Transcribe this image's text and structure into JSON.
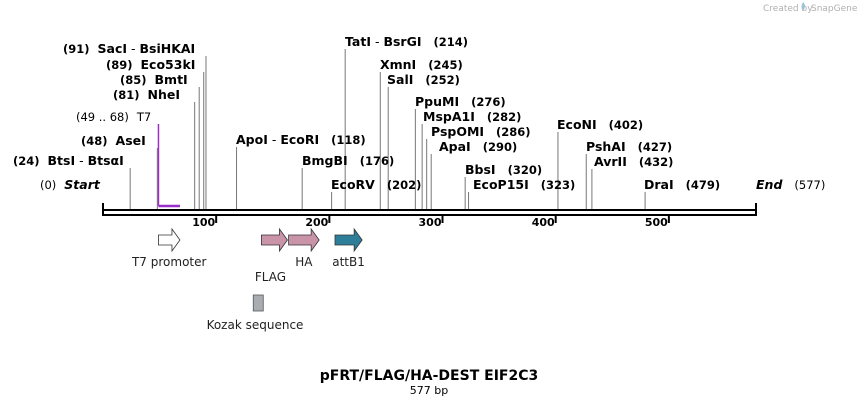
{
  "credit": {
    "created_by": "Created by",
    "app_name": "SnapGene"
  },
  "title": "pFRT/FLAG/HA-DEST EIF2C3",
  "length_label": "577 bp",
  "sequence": {
    "length": 577,
    "ticks": [
      {
        "pos": 100,
        "label": "100"
      },
      {
        "pos": 200,
        "label": "200"
      },
      {
        "pos": 300,
        "label": "300"
      },
      {
        "pos": 400,
        "label": "400"
      },
      {
        "pos": 500,
        "label": "500"
      }
    ]
  },
  "sites": [
    {
      "pos": 91,
      "pos_label": "(91)",
      "name": "SacI",
      "sep": " - ",
      "name2": "BsiHKAI"
    },
    {
      "pos": 89,
      "pos_label": "(89)",
      "name": "Eco53kI"
    },
    {
      "pos": 85,
      "pos_label": "(85)",
      "name": "BmtI"
    },
    {
      "pos": 81,
      "pos_label": "(81)",
      "name": "NheI"
    },
    {
      "pos": 48,
      "pos_label": "(48)",
      "name": "AseI"
    },
    {
      "pos": 24,
      "pos_label": "(24)",
      "name": "BtsI",
      "sep": " - ",
      "name2": "BtsαI"
    },
    {
      "pos": 0,
      "pos_label": "(0)",
      "name": "Start",
      "italic": true
    },
    {
      "pos": 214,
      "pos_label": "(214)",
      "name": "TatI",
      "sep": " - ",
      "name2": "BsrGI"
    },
    {
      "pos": 245,
      "pos_label": "(245)",
      "name": "XmnI"
    },
    {
      "pos": 252,
      "pos_label": "(252)",
      "name": "SalI"
    },
    {
      "pos": 118,
      "pos_label": "(118)",
      "name": "ApoI",
      "sep": " - ",
      "name2": "EcoRI"
    },
    {
      "pos": 176,
      "pos_label": "(176)",
      "name": "BmgBI"
    },
    {
      "pos": 202,
      "pos_label": "(202)",
      "name": "EcoRV"
    },
    {
      "pos": 276,
      "pos_label": "(276)",
      "name": "PpuMI"
    },
    {
      "pos": 282,
      "pos_label": "(282)",
      "name": "MspA1I"
    },
    {
      "pos": 286,
      "pos_label": "(286)",
      "name": "PspOMI"
    },
    {
      "pos": 290,
      "pos_label": "(290)",
      "name": "ApaI"
    },
    {
      "pos": 320,
      "pos_label": "(320)",
      "name": "BbsI"
    },
    {
      "pos": 323,
      "pos_label": "(323)",
      "name": "EcoP15I"
    },
    {
      "pos": 402,
      "pos_label": "(402)",
      "name": "EcoNI"
    },
    {
      "pos": 427,
      "pos_label": "(427)",
      "name": "PshAI"
    },
    {
      "pos": 432,
      "pos_label": "(432)",
      "name": "AvrII"
    },
    {
      "pos": 479,
      "pos_label": "(479)",
      "name": "DraI"
    },
    {
      "pos": 577,
      "pos_label": "(577)",
      "name": "End",
      "italic": true
    }
  ],
  "primer": {
    "range_label": "(49 .. 68)",
    "name": "T7",
    "color": "#9b30c8",
    "start": 49,
    "end": 68
  },
  "features": [
    {
      "name": "T7 promoter",
      "start": 49,
      "end": 68,
      "color": "#ffffff",
      "shape": "arrow"
    },
    {
      "name": "FLAG",
      "start": 140,
      "end": 163,
      "color": "#c993a8",
      "shape": "arrow"
    },
    {
      "name": "HA",
      "start": 164,
      "end": 191,
      "color": "#c993a8",
      "shape": "arrow"
    },
    {
      "name": "attB1",
      "start": 205,
      "end": 229,
      "color": "#2d7f99",
      "shape": "arrow"
    },
    {
      "name": "Kozak sequence",
      "start": 131,
      "end": 140,
      "color": "#a9adb2",
      "shape": "box"
    }
  ]
}
